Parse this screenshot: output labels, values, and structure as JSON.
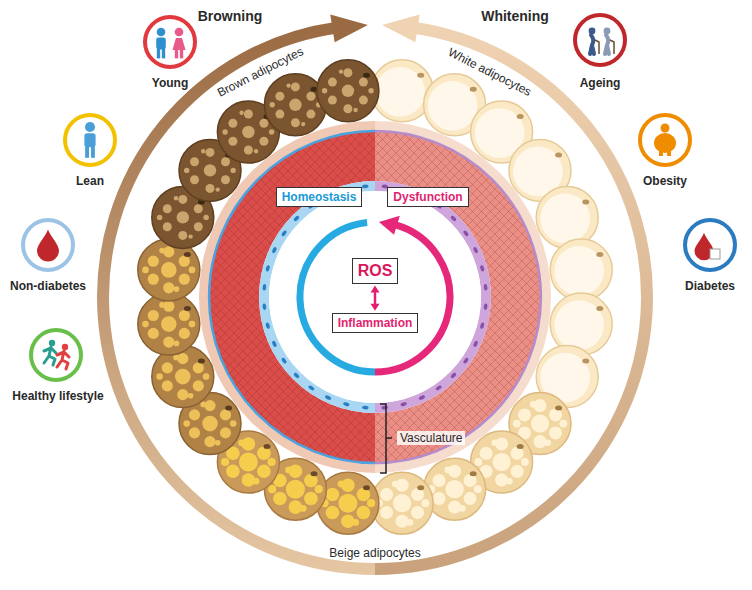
{
  "diagram": {
    "nodes": [
      {
        "text": [
          "Homeostasis"
        ]
      },
      {
        "text": [
          "Dysfunction"
        ]
      },
      {
        "text": [
          "ROS"
        ]
      },
      {
        "text": [
          "Inflammation"
        ]
      }
    ],
    "edges": [
      {
        "from": 2,
        "to": 3,
        "arrow": "both"
      }
    ],
    "labels": [
      "Browning",
      "Whitening",
      "Brown adipocytes",
      "White adipocytes",
      "Young",
      "Lean",
      "Non-diabetes",
      "Healthy lifestyle",
      "Ageing",
      "Obesity",
      "Diabetes",
      "Vasculature",
      "Beige adipocytes"
    ]
  }
}
